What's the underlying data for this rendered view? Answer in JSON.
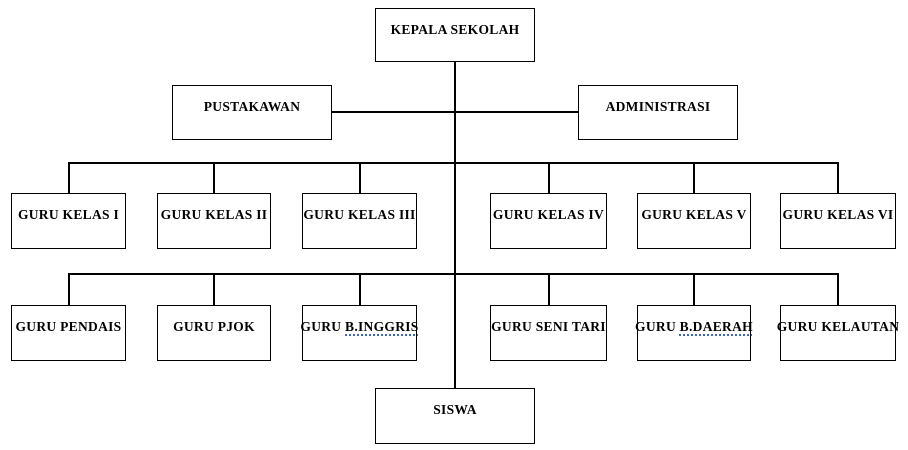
{
  "diagram": {
    "type": "org-chart",
    "nodes": {
      "kepala_sekolah": {
        "label": "KEPALA SEKOLAH"
      },
      "pustakawan": {
        "label": "PUSTAKAWAN"
      },
      "administrasi": {
        "label": "ADMINISTRASI"
      },
      "guru_kelas_i": {
        "label": "GURU KELAS I"
      },
      "guru_kelas_ii": {
        "label": "GURU KELAS II"
      },
      "guru_kelas_iii": {
        "label": "GURU KELAS III"
      },
      "guru_kelas_iv": {
        "label": "GURU KELAS IV"
      },
      "guru_kelas_v": {
        "label": "GURU KELAS V"
      },
      "guru_kelas_vi": {
        "label": "GURU KELAS VI"
      },
      "guru_pendais": {
        "label": "GURU PENDAIS"
      },
      "guru_pjok": {
        "label": "GURU PJOK"
      },
      "guru_b_inggris": {
        "prefix": "GURU ",
        "flagged": "B.INGGRIS"
      },
      "guru_seni_tari": {
        "label": "GURU SENI TARI"
      },
      "guru_b_daerah": {
        "prefix": "GURU ",
        "flagged": "B.DAERAH"
      },
      "guru_kelautan": {
        "label": "GURU KELAUTAN"
      },
      "siswa": {
        "label": "SISWA"
      }
    },
    "edges": [
      [
        "KEPALA SEKOLAH",
        "PUSTAKAWAN"
      ],
      [
        "KEPALA SEKOLAH",
        "ADMINISTRASI"
      ],
      [
        "KEPALA SEKOLAH",
        "GURU KELAS I"
      ],
      [
        "KEPALA SEKOLAH",
        "GURU KELAS II"
      ],
      [
        "KEPALA SEKOLAH",
        "GURU KELAS III"
      ],
      [
        "KEPALA SEKOLAH",
        "GURU KELAS IV"
      ],
      [
        "KEPALA SEKOLAH",
        "GURU KELAS V"
      ],
      [
        "KEPALA SEKOLAH",
        "GURU KELAS VI"
      ],
      [
        "KEPALA SEKOLAH",
        "GURU PENDAIS"
      ],
      [
        "KEPALA SEKOLAH",
        "GURU PJOK"
      ],
      [
        "KEPALA SEKOLAH",
        "GURU B.INGGRIS"
      ],
      [
        "KEPALA SEKOLAH",
        "GURU SENI TARI"
      ],
      [
        "KEPALA SEKOLAH",
        "GURU B.DAERAH"
      ],
      [
        "KEPALA SEKOLAH",
        "GURU KELAUTAN"
      ],
      [
        "KEPALA SEKOLAH",
        "SISWA"
      ]
    ],
    "colors": {
      "line": "#000000",
      "text": "#000000",
      "background": "#ffffff",
      "spellcheck_underline": "#3a66cc"
    }
  }
}
